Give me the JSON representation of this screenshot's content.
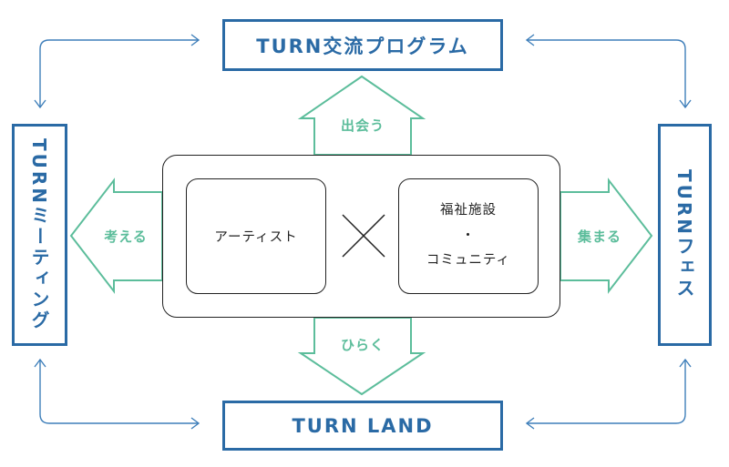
{
  "boxes": {
    "top": "TURN交流プログラム",
    "bottom": "TURN LAND",
    "left": "TURNミーティング",
    "right": "TURNフェス"
  },
  "center": {
    "left_label": "アーティスト",
    "right_line1": "福祉施設",
    "right_line2": "・",
    "right_line3": "コミュニティ"
  },
  "arrows": {
    "up": "出会う",
    "down": "ひらく",
    "left": "考える",
    "right": "集まる"
  },
  "colors": {
    "box_blue": "#2a6aa5",
    "connector_blue": "#3f7fba",
    "arrow_green": "#5cbd9b",
    "outline": "#222222"
  }
}
